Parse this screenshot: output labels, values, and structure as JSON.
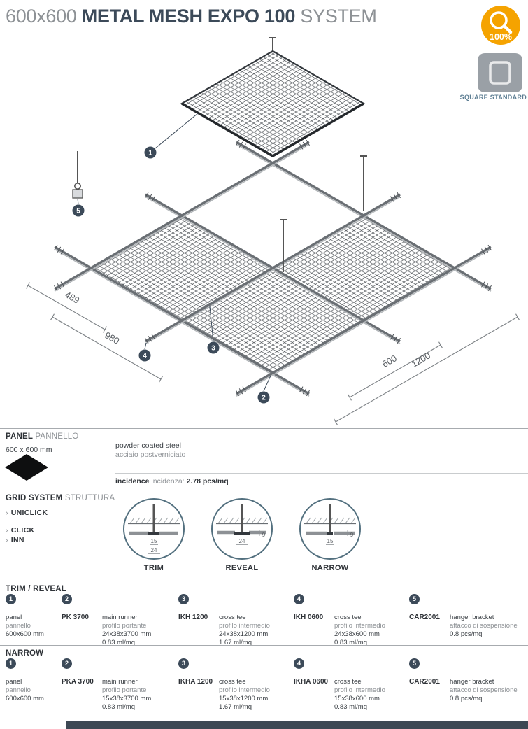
{
  "header": {
    "title_prefix": "600x600",
    "title_main": "METAL MESH EXPO 100",
    "title_suffix": "SYSTEM",
    "zoom_badge": "100%",
    "standard_label": "SQUARE STANDARD"
  },
  "drawing": {
    "callouts": [
      "1",
      "2",
      "3",
      "4",
      "5"
    ],
    "dimensions": {
      "left_short": "489",
      "left_long": "980",
      "right_short": "600",
      "right_long": "1200"
    }
  },
  "panel_section": {
    "title": "PANEL",
    "title_it": "PANNELLO",
    "size": "600 x 600 mm",
    "material_en": "powder coated steel",
    "material_it": "acciaio postverniciato",
    "incidence_en": "incidence",
    "incidence_it": "incidenza:",
    "incidence_value": "2.78 pcs/mq"
  },
  "grid_section": {
    "title": "GRID SYSTEM",
    "title_it": "STRUTTURA",
    "systems": [
      "UNICLICK",
      "CLICK",
      "INN"
    ],
    "profiles": [
      {
        "name": "TRIM",
        "dims": [
          "15",
          "24"
        ]
      },
      {
        "name": "REVEAL",
        "dims": [
          "24",
          "9"
        ]
      },
      {
        "name": "NARROW",
        "dims": [
          "15",
          "9"
        ]
      }
    ]
  },
  "tables": [
    {
      "title": "TRIM / REVEAL",
      "items": [
        {
          "num": "1",
          "code": "",
          "lines": [
            "panel",
            "pannello",
            "600x600 mm"
          ]
        },
        {
          "num": "2",
          "code": "PK 3700",
          "lines": [
            "main runner",
            "profilo portante",
            "24x38x3700 mm",
            "0.83 ml/mq"
          ]
        },
        {
          "num": "3",
          "code": "IKH 1200",
          "lines": [
            "cross tee",
            "profilo intermedio",
            "24x38x1200 mm",
            "1.67 ml/mq"
          ]
        },
        {
          "num": "4",
          "code": "IKH 0600",
          "lines": [
            "cross tee",
            "profilo intermedio",
            "24x38x600 mm",
            "0.83 ml/mq"
          ]
        },
        {
          "num": "5",
          "code": "CAR2001",
          "lines": [
            "hanger bracket",
            "attacco di sospensione",
            "0.8 pcs/mq"
          ]
        }
      ]
    },
    {
      "title": "NARROW",
      "items": [
        {
          "num": "1",
          "code": "",
          "lines": [
            "panel",
            "pannello",
            "600x600 mm"
          ]
        },
        {
          "num": "2",
          "code": "PKA 3700",
          "lines": [
            "main runner",
            "profilo portante",
            "15x38x3700 mm",
            "0.83 ml/mq"
          ]
        },
        {
          "num": "3",
          "code": "IKHA 1200",
          "lines": [
            "cross tee",
            "profilo intermedio",
            "15x38x1200 mm",
            "1.67 ml/mq"
          ]
        },
        {
          "num": "4",
          "code": "IKHA 0600",
          "lines": [
            "cross tee",
            "profilo intermedio",
            "15x38x600 mm",
            "0.83 ml/mq"
          ]
        },
        {
          "num": "5",
          "code": "CAR2001",
          "lines": [
            "hanger bracket",
            "attacco di sospensione",
            "0.8 pcs/mq"
          ]
        }
      ]
    }
  ]
}
